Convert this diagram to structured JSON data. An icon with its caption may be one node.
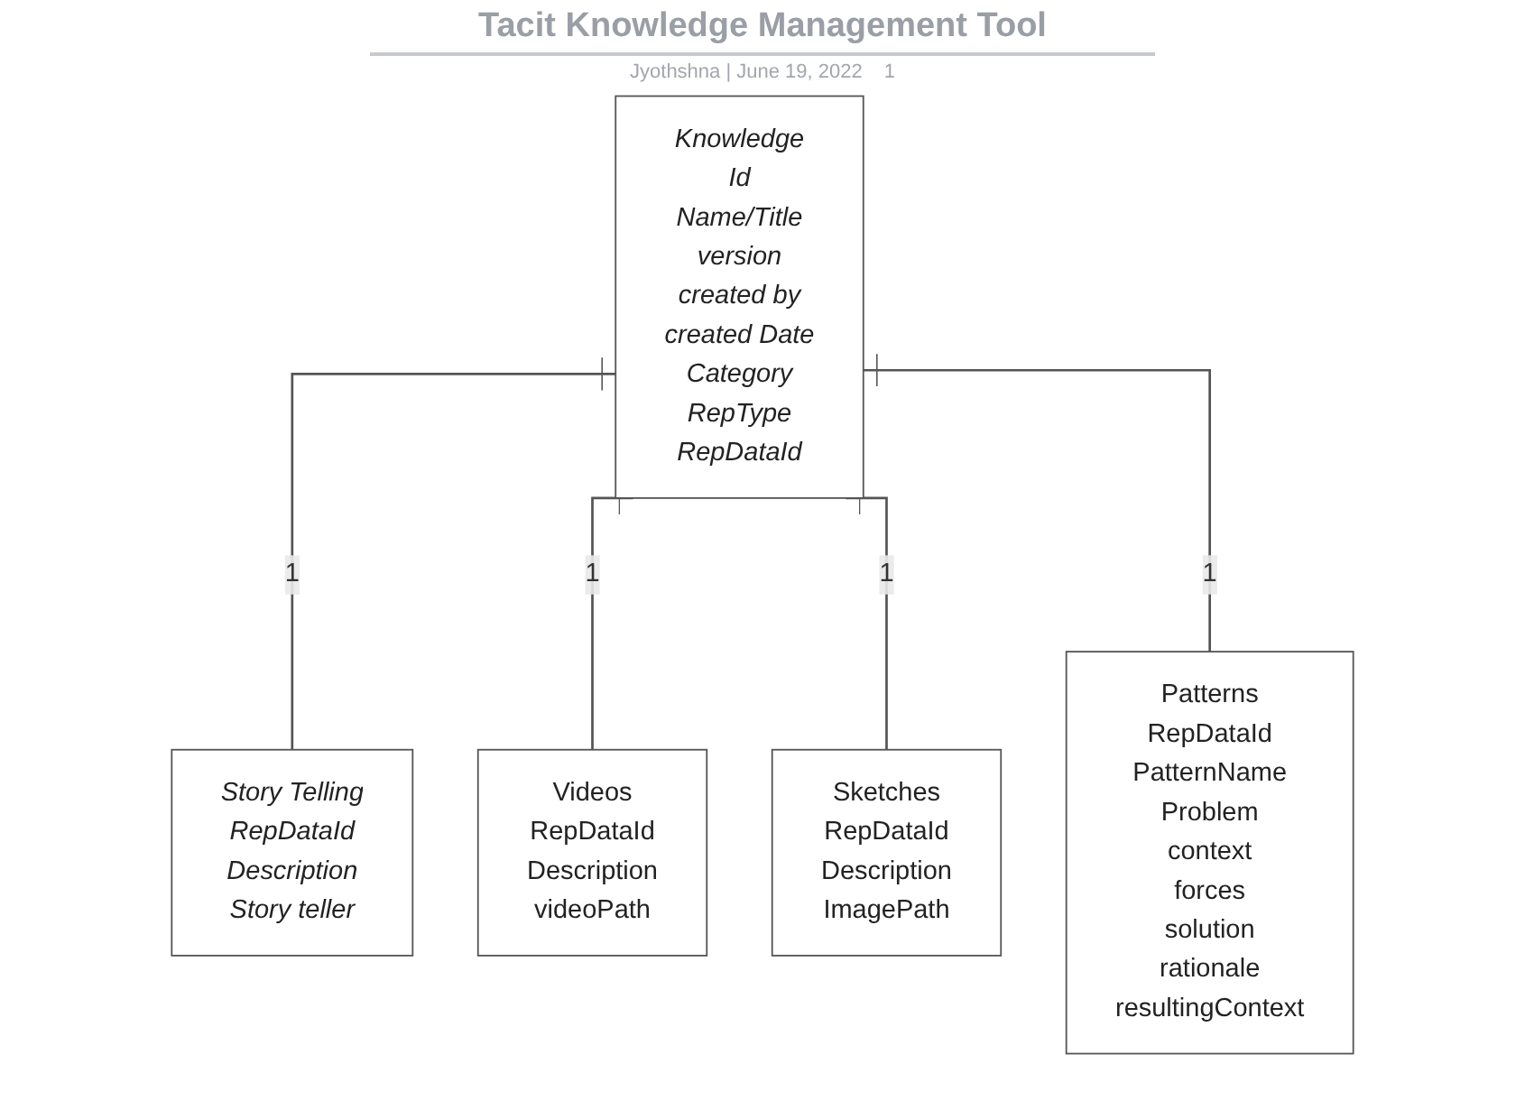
{
  "diagram": {
    "title": "Tacit Knowledge Management Tool",
    "nodes": [
      {
        "text": [
          "Knowledge",
          "Id",
          "Name/Title",
          "version",
          "created by",
          "created Date",
          "Category",
          "RepType",
          "RepDataId"
        ]
      },
      {
        "text": [
          "Story Telling",
          "RepDataId",
          "Description",
          "Story teller"
        ]
      },
      {
        "text": [
          "Videos",
          "RepDataId",
          "Description",
          "videoPath"
        ]
      },
      {
        "text": [
          "Sketches",
          "RepDataId",
          "Description",
          "ImagePath"
        ]
      },
      {
        "text": [
          "Patterns",
          "RepDataId",
          "PatternName",
          "Problem",
          "context",
          "forces",
          "solution",
          "rationale",
          "resultingContext"
        ]
      }
    ],
    "edges": [
      {
        "from": 0,
        "to": 1,
        "arrow": "other",
        "label": "1"
      },
      {
        "from": 0,
        "to": 2,
        "arrow": "other",
        "label": "1"
      },
      {
        "from": 0,
        "to": 3,
        "arrow": "other",
        "label": "1"
      },
      {
        "from": 0,
        "to": 4,
        "arrow": "other",
        "label": "1"
      }
    ],
    "labels": [
      "Jyothshna | June 19, 2022",
      "1"
    ]
  }
}
